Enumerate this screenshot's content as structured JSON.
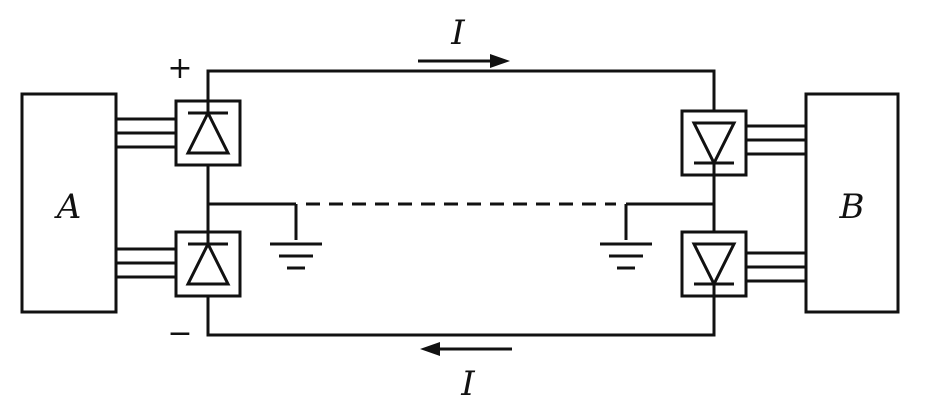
{
  "labels": {
    "station_a": "A",
    "station_b": "B",
    "current_top": "I",
    "current_bottom": "I",
    "plus_sign": "+",
    "minus_sign": "−"
  },
  "colors": {
    "stroke": "#111111",
    "background": "#ffffff"
  },
  "icons": {
    "converter": "thyristor-valve-icon",
    "ground": "ground-icon",
    "current_arrow": "arrow-icon"
  }
}
